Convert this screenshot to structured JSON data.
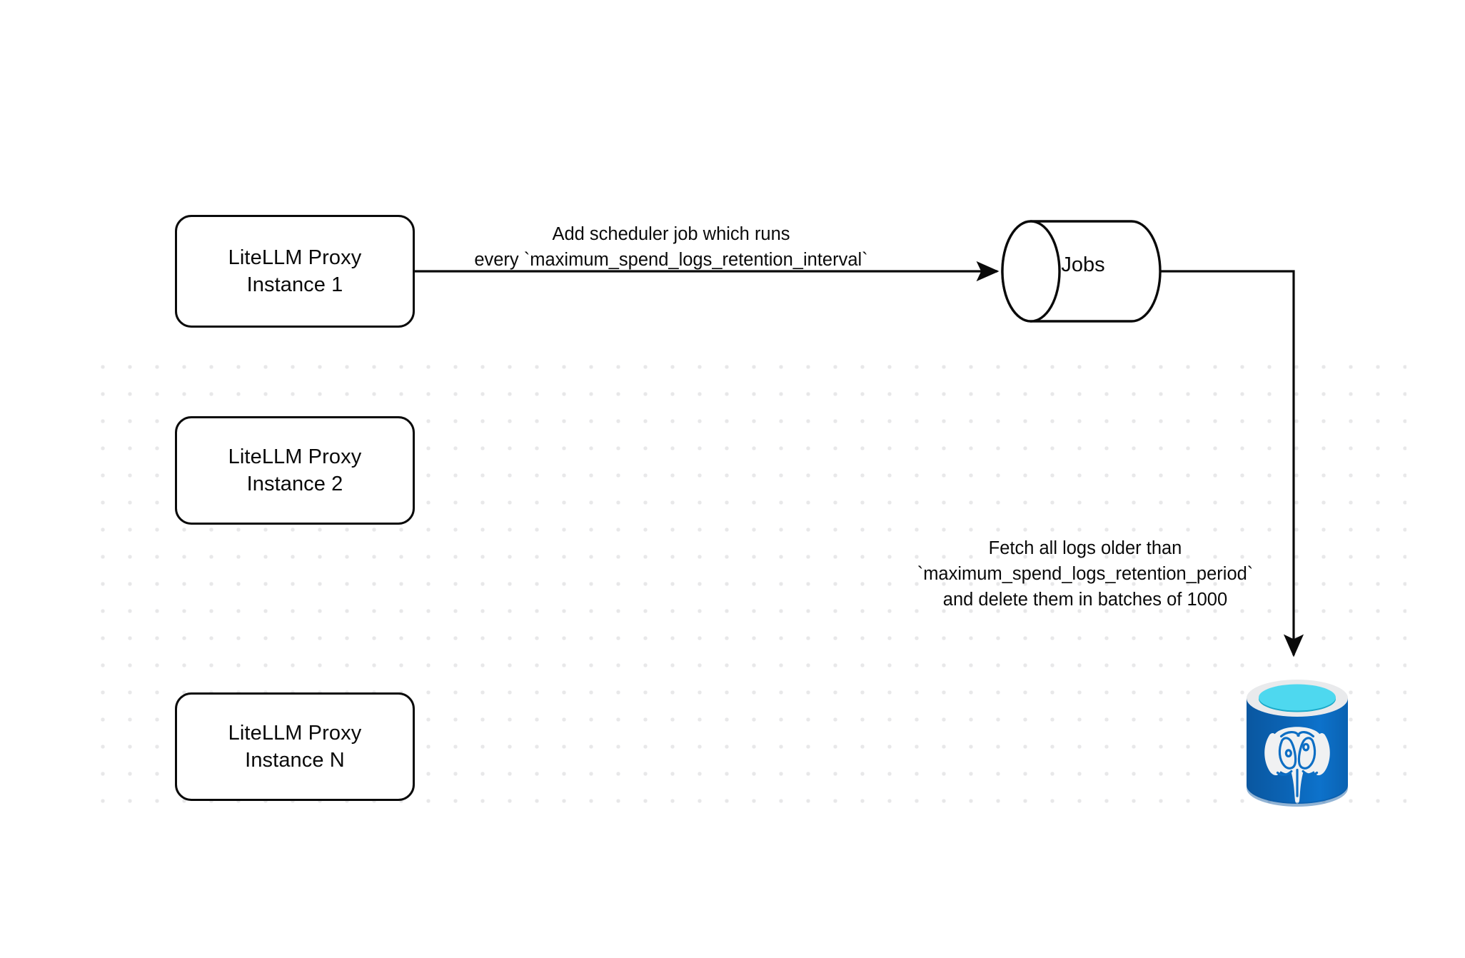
{
  "diagram": {
    "title": "LiteLLM spend logs retention scheduler flow",
    "background_color": "#ffffff",
    "grid_dot_color": "#e8e8e9",
    "stroke_color": "#0a0a0a"
  },
  "nodes": {
    "proxy_1": {
      "line1": "LiteLLM Proxy",
      "line2": "Instance 1"
    },
    "proxy_2": {
      "line1": "LiteLLM Proxy",
      "line2": "Instance 2"
    },
    "proxy_3": {
      "line1": "LiteLLM Proxy",
      "line2": "Instance N"
    },
    "jobs": {
      "label": "Jobs",
      "shape": "cylinder"
    },
    "database": {
      "icon": "postgresql-database-icon",
      "body_color": "#0d6ec4",
      "rim_color": "#e9eaec",
      "top_color": "#4ed8ef",
      "logo_color": "#f0f1f2"
    }
  },
  "edges": {
    "proxy_to_jobs": {
      "line1": "Add scheduler job which runs",
      "line2": "every `maximum_spend_logs_retention_interval`"
    },
    "jobs_to_db": {
      "line1": "Fetch all logs older than",
      "line2": "`maximum_spend_logs_retention_period`",
      "line3": "and delete them in batches of 1000"
    }
  }
}
